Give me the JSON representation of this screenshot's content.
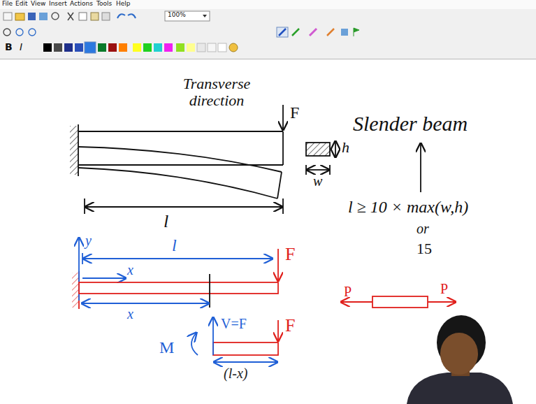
{
  "diagram": {
    "labels": [
      "File",
      "Edit",
      "View",
      "Insert",
      "Actions",
      "Tools",
      "Help",
      "100%",
      "B",
      "I",
      "Transverse direction",
      "F",
      "h",
      "w",
      "l",
      "Slender beam",
      "l ≥ 10 × max(w,h)",
      "or",
      "15",
      "y",
      "l",
      "x",
      "x",
      "F",
      "F",
      "V=F",
      "M",
      "(l-x)",
      "P",
      "P"
    ]
  }
}
